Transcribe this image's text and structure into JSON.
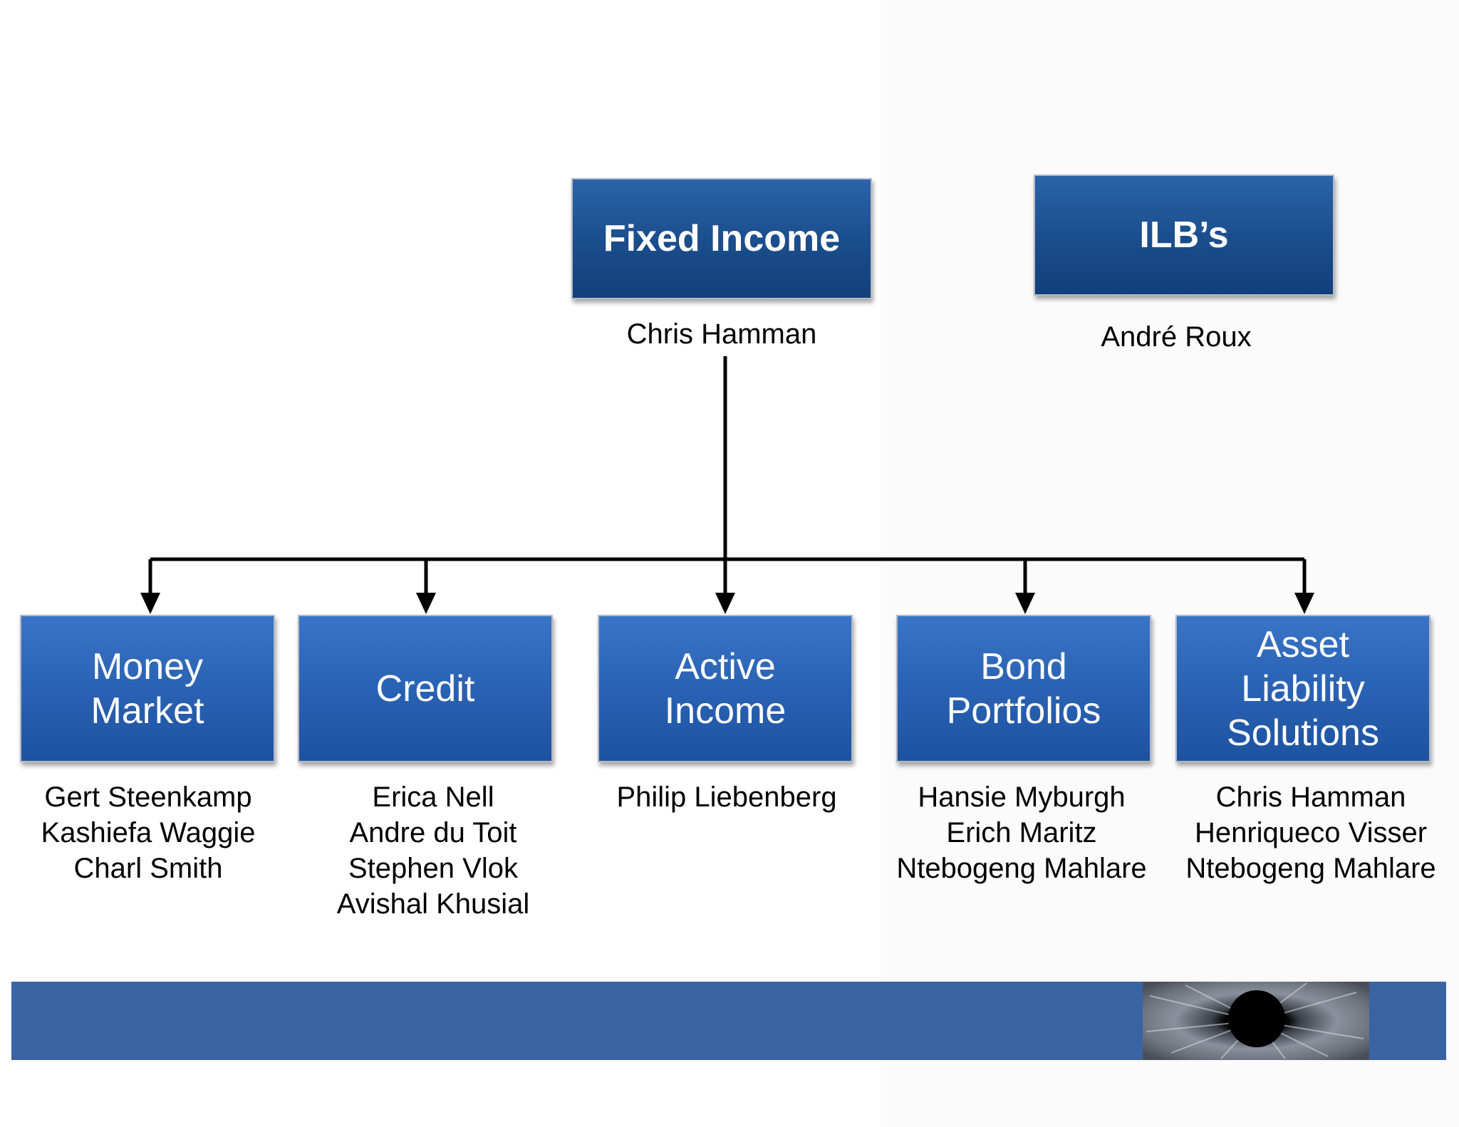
{
  "top_boxes": [
    {
      "label": "Fixed Income",
      "person": "Chris Hamman"
    },
    {
      "label": "ILB’s",
      "person": "André Roux"
    }
  ],
  "child_boxes": [
    {
      "label": "Money\nMarket",
      "people": "Gert Steenkamp\nKashiefa Waggie\nCharl Smith"
    },
    {
      "label": "Credit",
      "people": "Erica Nell\nAndre du Toit\nStephen Vlok\nAvishal Khusial"
    },
    {
      "label": "Active\nIncome",
      "people": "Philip Liebenberg"
    },
    {
      "label": "Bond\nPortfolios",
      "people": "Hansie Myburgh\nErich Maritz\nNtebogeng Mahlare"
    },
    {
      "label": "Asset\nLiability\nSolutions",
      "people": "Chris Hamman\nHenriqueco Visser\nNtebogeng Mahlare"
    }
  ],
  "colors": {
    "top_box": "#1c4f8f",
    "child_box": "#2a62b3",
    "connector": "#000000",
    "footer_bar": "#3a63a2"
  },
  "footer": {
    "image": "eye-iris-photo"
  }
}
